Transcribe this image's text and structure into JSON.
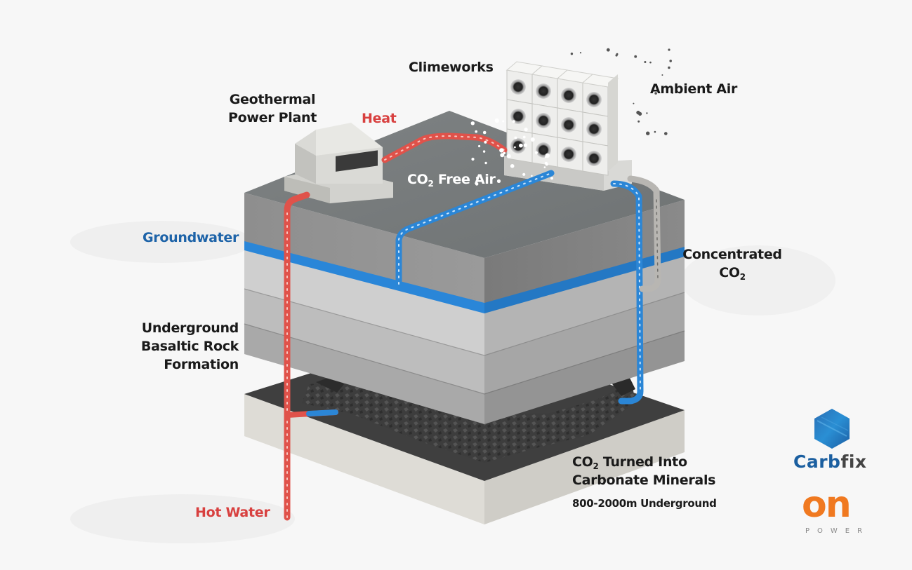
{
  "diagram": {
    "title": "Geothermal-powered direct air capture and underground CO2 mineralization",
    "labels": {
      "climeworks": "Climeworks",
      "ambient_air": "Ambient Air",
      "geothermal_line1": "Geothermal",
      "geothermal_line2": "Power Plant",
      "heat": "Heat",
      "co2_free_air_prefix": "CO",
      "co2_free_air_sub": "2",
      "co2_free_air_suffix": " Free Air",
      "groundwater": "Groundwater",
      "concentrated_line1": "Concentrated",
      "concentrated_co2_prefix": "CO",
      "concentrated_co2_sub": "2",
      "basalt_line1": "Underground",
      "basalt_line2": "Basaltic Rock",
      "basalt_line3": "Formation",
      "turned_prefix": "CO",
      "turned_sub": "2",
      "turned_suffix": " Turned Into",
      "carbonate": "Carbonate Minerals",
      "depth": "800-2000m Underground",
      "hot_water": "Hot Water"
    },
    "logos": {
      "carbfix_a": "Carb",
      "carbfix_b": "fix",
      "on": "on",
      "power": "POWER"
    },
    "colors": {
      "heat_pipe": "#e0524a",
      "water_pipe": "#2b86d6",
      "co2_pipe": "#b8b6b2",
      "label_red": "#d8403f",
      "label_blue": "#1d63a8",
      "carbfix_blue": "#1b5fa0",
      "onpower_orange": "#f07920",
      "background": "#f7f7f7"
    },
    "dac_unit": {
      "rows": 3,
      "columns": 4
    }
  }
}
